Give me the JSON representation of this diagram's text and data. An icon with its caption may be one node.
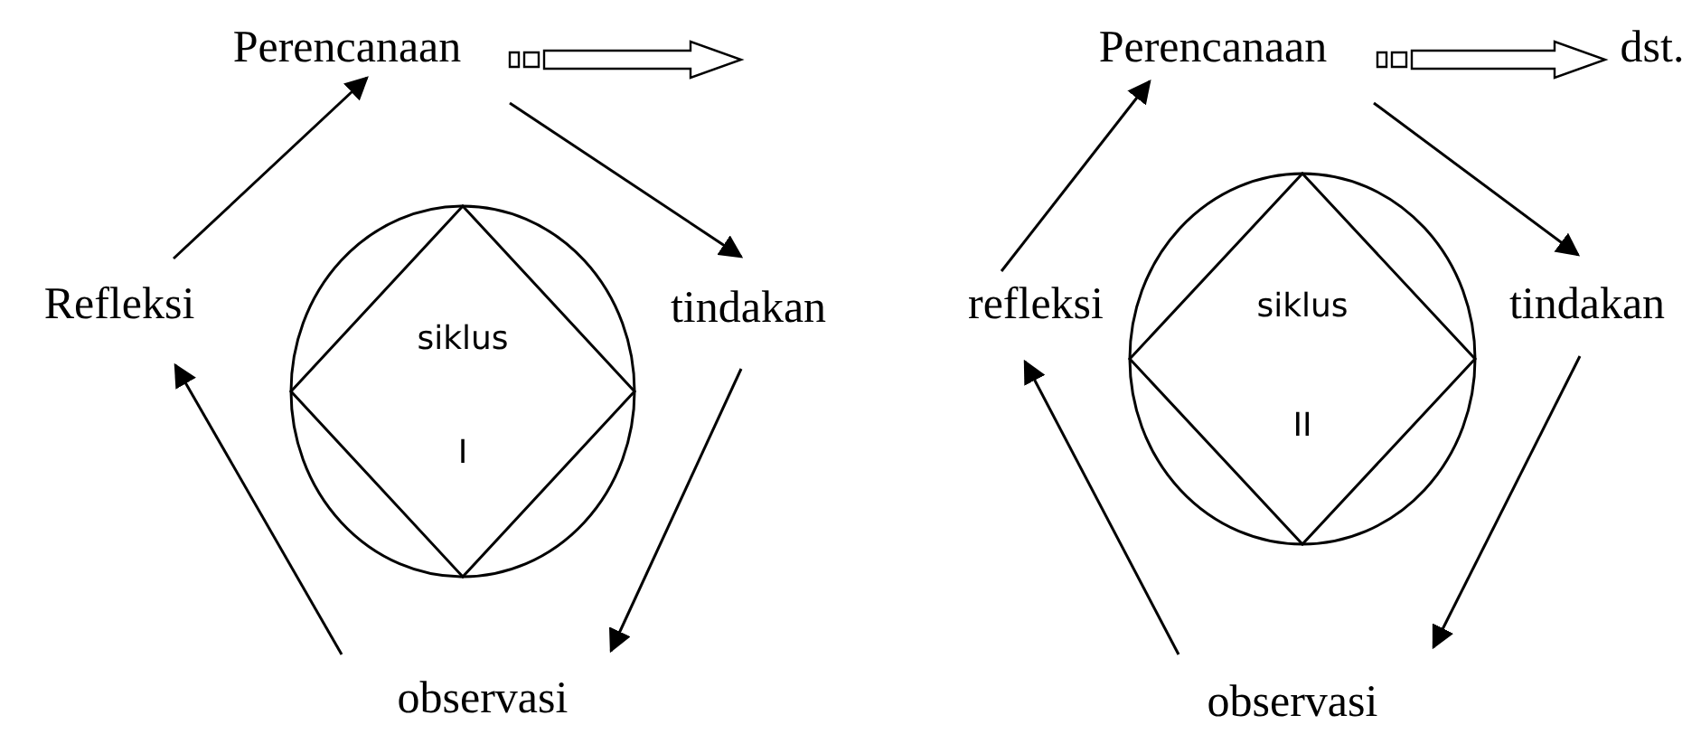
{
  "diagram": {
    "nodes": [
      {
        "text": [
          "Perencanaan"
        ]
      },
      {
        "text": [
          "tindakan"
        ]
      },
      {
        "text": [
          "observasi"
        ]
      },
      {
        "text": [
          "Refleksi"
        ]
      },
      {
        "text": [
          "siklus",
          "I"
        ]
      },
      {
        "text": [
          "Perencanaan"
        ]
      },
      {
        "text": [
          "tindakan"
        ]
      },
      {
        "text": [
          "observasi"
        ]
      },
      {
        "text": [
          "refleksi"
        ]
      },
      {
        "text": [
          "siklus",
          "II"
        ]
      },
      {
        "text": [
          "dst."
        ]
      }
    ],
    "edges": [
      {
        "from": 0,
        "to": 1,
        "arrow": "to"
      },
      {
        "from": 1,
        "to": 2,
        "arrow": "to"
      },
      {
        "from": 2,
        "to": 3,
        "arrow": "to"
      },
      {
        "from": 3,
        "to": 0,
        "arrow": "to"
      },
      {
        "from": 0,
        "to": null,
        "arrow": "to",
        "style": "thick"
      },
      {
        "from": 5,
        "to": 6,
        "arrow": "to"
      },
      {
        "from": 6,
        "to": 7,
        "arrow": "to"
      },
      {
        "from": 7,
        "to": 8,
        "arrow": "to"
      },
      {
        "from": 8,
        "to": 5,
        "arrow": "to"
      },
      {
        "from": 5,
        "to": 10,
        "arrow": "to",
        "style": "thick"
      }
    ]
  }
}
